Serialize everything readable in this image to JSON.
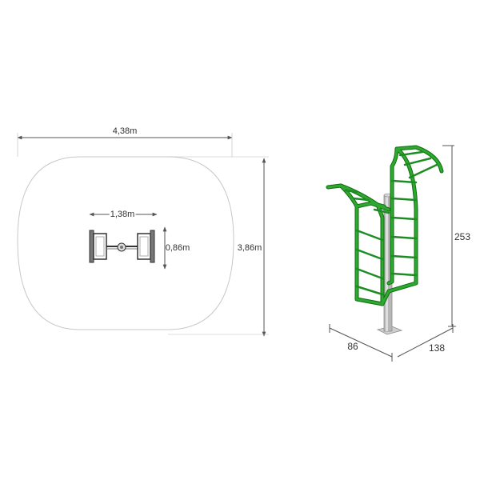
{
  "plan": {
    "overall_width": "4,38m",
    "overall_depth": "3,86m",
    "unit_width": "1,38m",
    "unit_depth": "0,86m"
  },
  "elevation": {
    "height": "253",
    "depth": "86",
    "width": "138"
  },
  "colors": {
    "frame_green": "#2fa82f",
    "frame_dark": "#0d6e12",
    "post_grey": "#b7b7b7",
    "zone_outline": "#c8c8c8",
    "dim_line": "#555555"
  }
}
